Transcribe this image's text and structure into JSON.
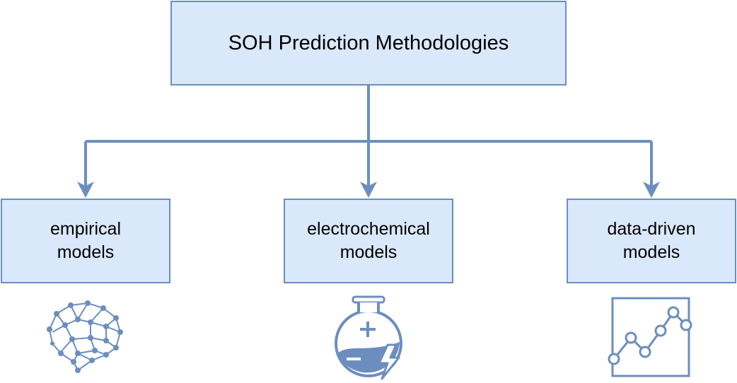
{
  "root": {
    "label": "SOH Prediction Methodologies"
  },
  "children": [
    {
      "line1": "empirical",
      "line2": "models",
      "icon": "neural-network-brain-icon"
    },
    {
      "line1": "electrochemical",
      "line2": "models",
      "icon": "battery-flask-icon"
    },
    {
      "line1": "data-driven",
      "line2": "models",
      "icon": "line-chart-icon"
    }
  ],
  "colors": {
    "fill": "#dae8fc",
    "stroke": "#6c8ebf",
    "text": "#000000"
  }
}
